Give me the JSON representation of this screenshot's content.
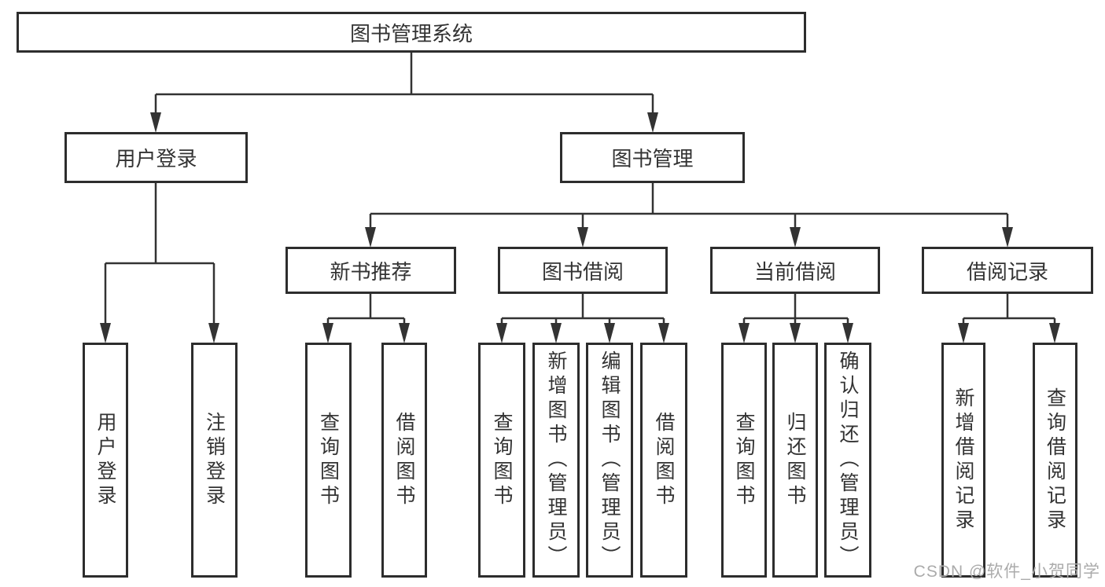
{
  "tree": {
    "root": "图书管理系统",
    "children": [
      {
        "label": "用户登录",
        "children": [
          {
            "label": "用户登录"
          },
          {
            "label": "注销登录"
          }
        ]
      },
      {
        "label": "图书管理",
        "children": [
          {
            "label": "新书推荐",
            "children": [
              {
                "label": "查询图书"
              },
              {
                "label": "借阅图书"
              }
            ]
          },
          {
            "label": "图书借阅",
            "children": [
              {
                "label": "查询图书"
              },
              {
                "label": "新增图书（管理员）"
              },
              {
                "label": "编辑图书（管理员）"
              },
              {
                "label": "借阅图书"
              }
            ]
          },
          {
            "label": "当前借阅",
            "children": [
              {
                "label": "查询图书"
              },
              {
                "label": "归还图书"
              },
              {
                "label": "确认归还（管理员）"
              }
            ]
          },
          {
            "label": "借阅记录",
            "children": [
              {
                "label": "新增借阅记录"
              },
              {
                "label": "查询借阅记录"
              }
            ]
          }
        ]
      }
    ]
  },
  "watermark": {
    "text": "CSDN @软件_小贺同学"
  },
  "colors": {
    "line": "#333333",
    "box_border": "#2d2d2d",
    "text": "#333333",
    "watermark": "#ababab",
    "background": "#ffffff"
  }
}
